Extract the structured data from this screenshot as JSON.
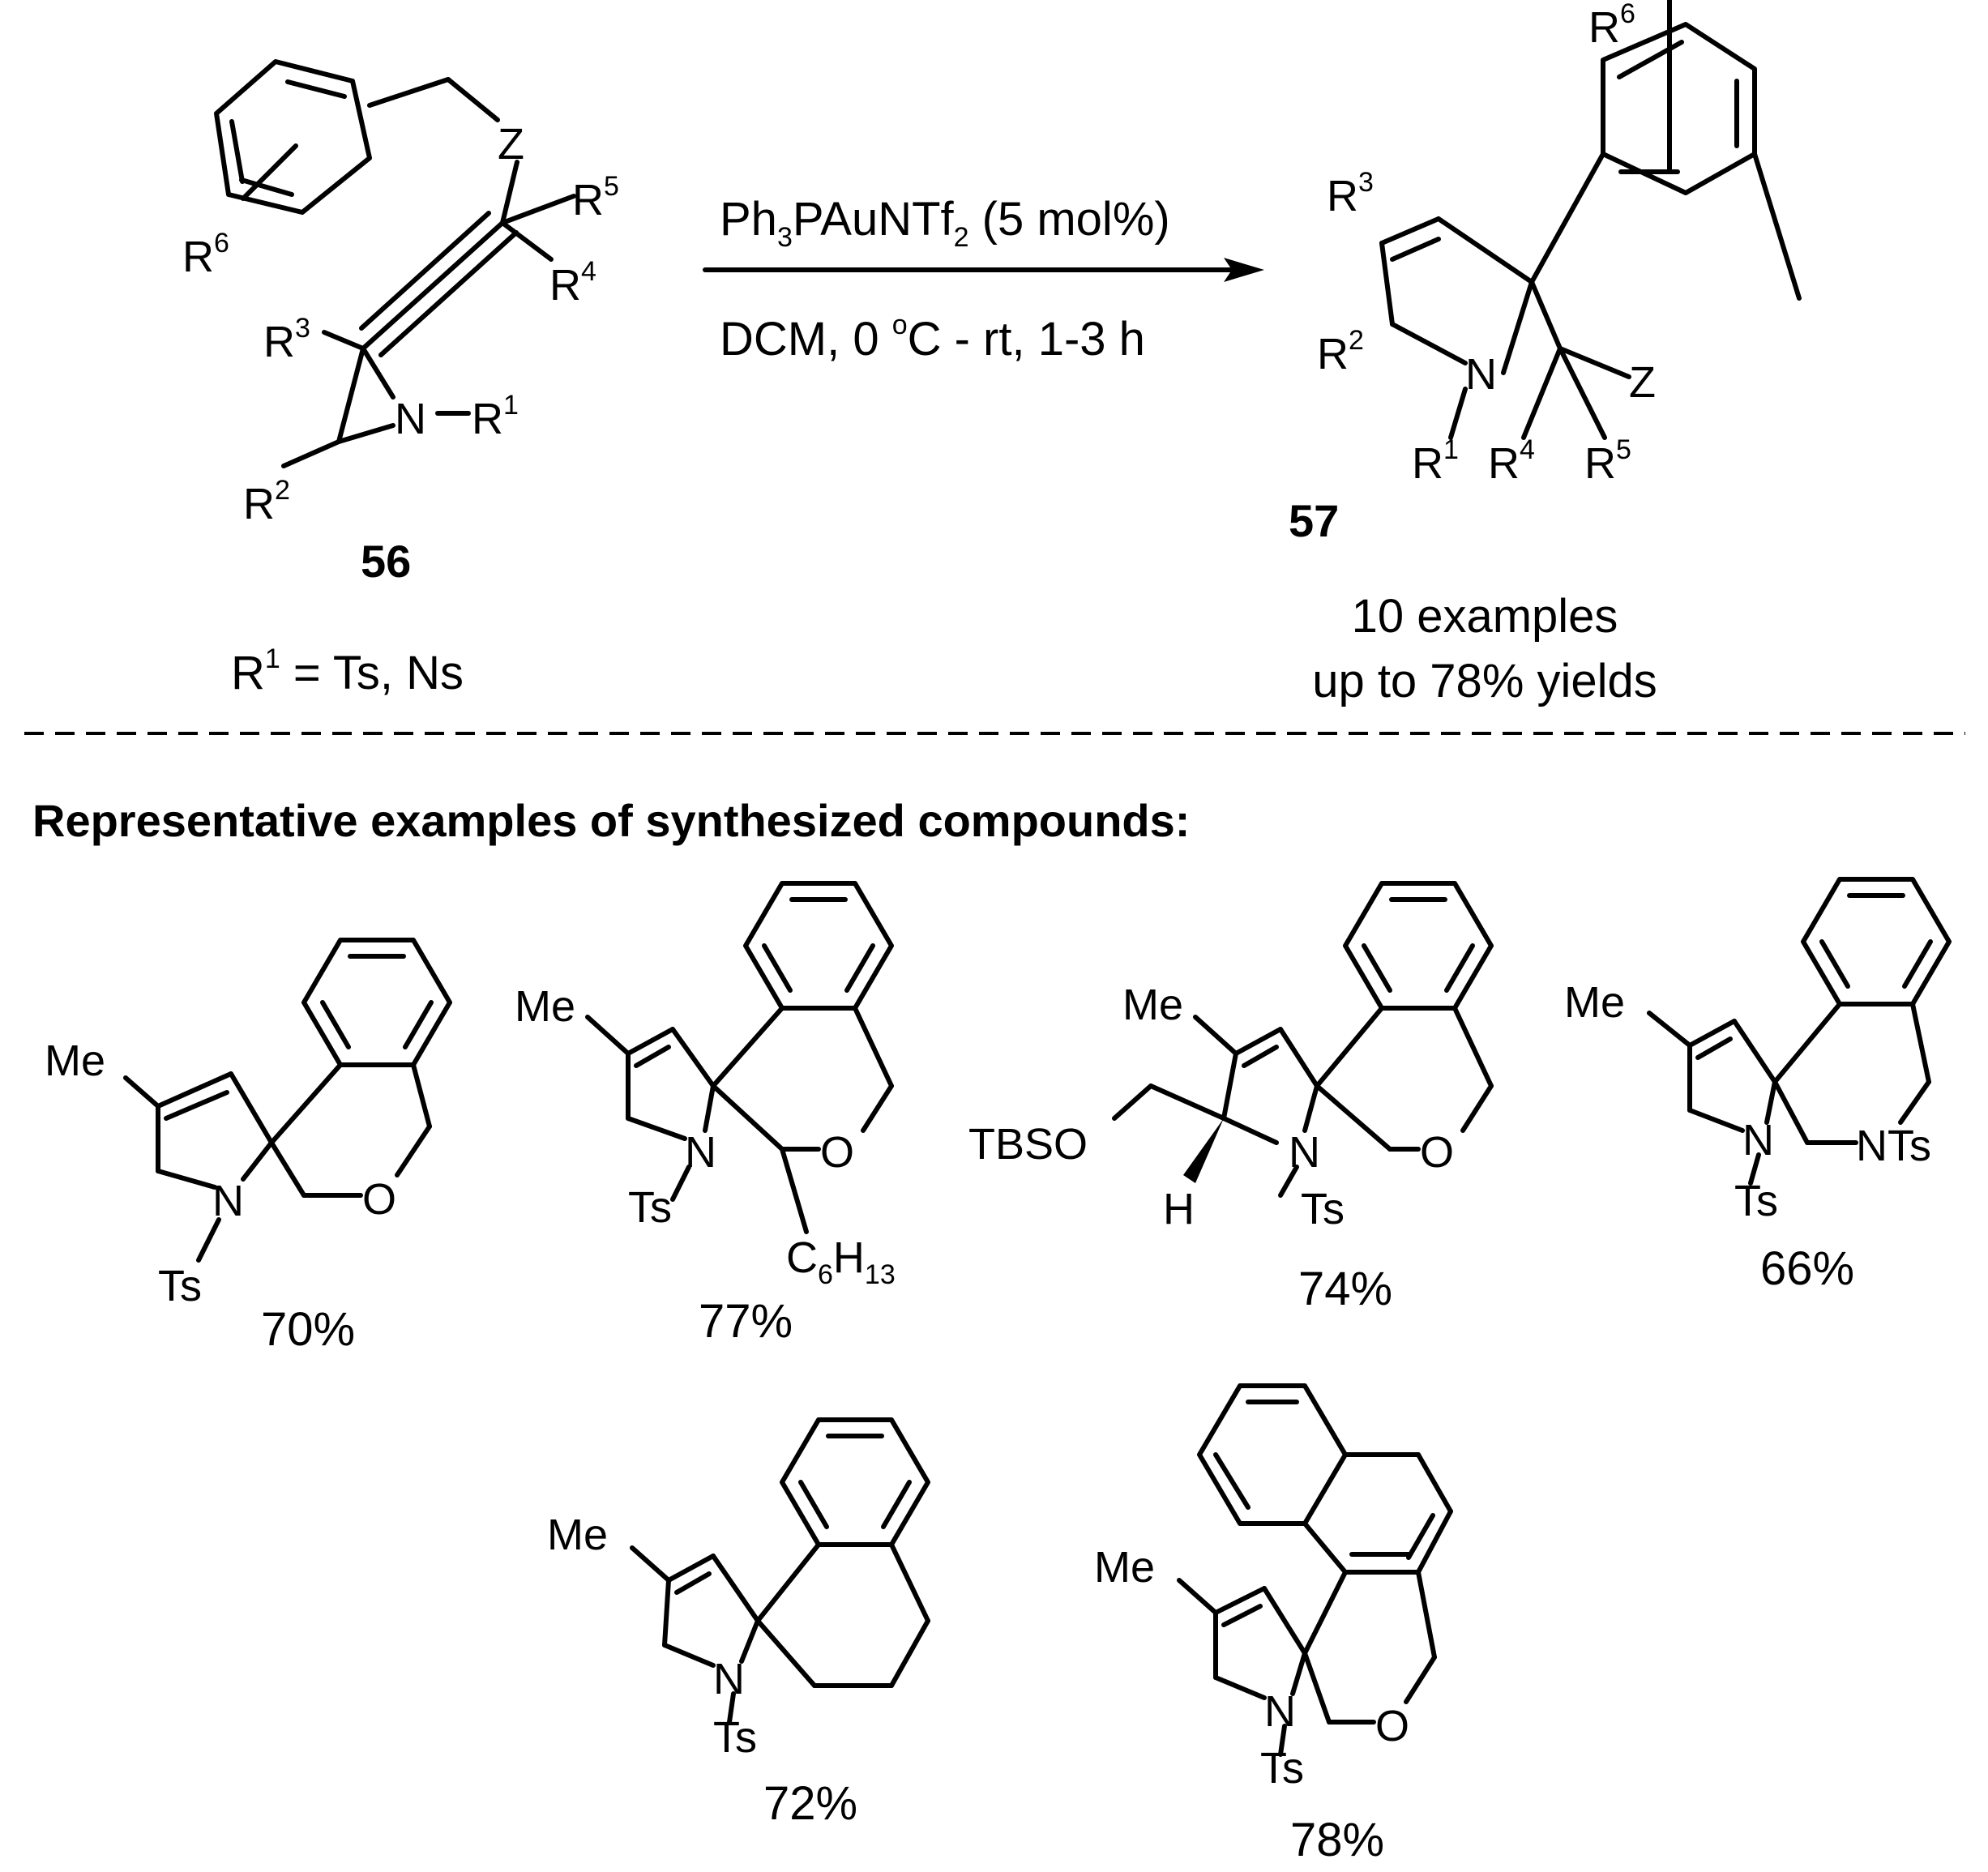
{
  "reaction": {
    "reactant_id": "56",
    "product_id": "57",
    "reactant_labels": {
      "z": "Z",
      "r1": "R",
      "r1_num": "1",
      "r2": "R",
      "r2_num": "2",
      "r3": "R",
      "r3_num": "3",
      "r4": "R",
      "r4_num": "4",
      "r5": "R",
      "r5_num": "5",
      "r6": "R",
      "r6_num": "6",
      "n": "N"
    },
    "r1_note_prefix": "R",
    "r1_note_sup": "1",
    "r1_note_suffix": " = Ts,  Ns",
    "conditions_line1_a": "Ph",
    "conditions_line1_sub1": "3",
    "conditions_line1_b": "PAuNTf",
    "conditions_line1_sub2": "2",
    "conditions_line1_c": " (5 mol%)",
    "conditions_line2_a": "DCM, 0 ",
    "conditions_line2_sup": "o",
    "conditions_line2_b": "C - rt, 1-3 h",
    "summary_examples": "10 examples",
    "summary_yield": "up to 78% yields"
  },
  "section_title": "Representative examples of synthesized compounds:",
  "examples": [
    {
      "yield": "70%",
      "substituent": "Me",
      "n_group": "Ts",
      "ring_atom": "O"
    },
    {
      "yield": "77%",
      "substituent": "Me",
      "n_group": "Ts",
      "ring_atom": "O",
      "side_chain": "C",
      "side_chain_sub1": "6",
      "side_chain_mid": "H",
      "side_chain_sub2": "13"
    },
    {
      "yield": "74%",
      "substituent": "Me",
      "n_group": "Ts",
      "ring_atom": "O",
      "ether": "TBSO",
      "h": "H"
    },
    {
      "yield": "66%",
      "substituent": "Me",
      "n_group": "Ts",
      "ring_atom": "NTs"
    },
    {
      "yield": "72%",
      "substituent": "Me",
      "n_group": "Ts"
    },
    {
      "yield": "78%",
      "substituent": "Me",
      "n_group": "Ts",
      "ring_atom": "O"
    }
  ]
}
